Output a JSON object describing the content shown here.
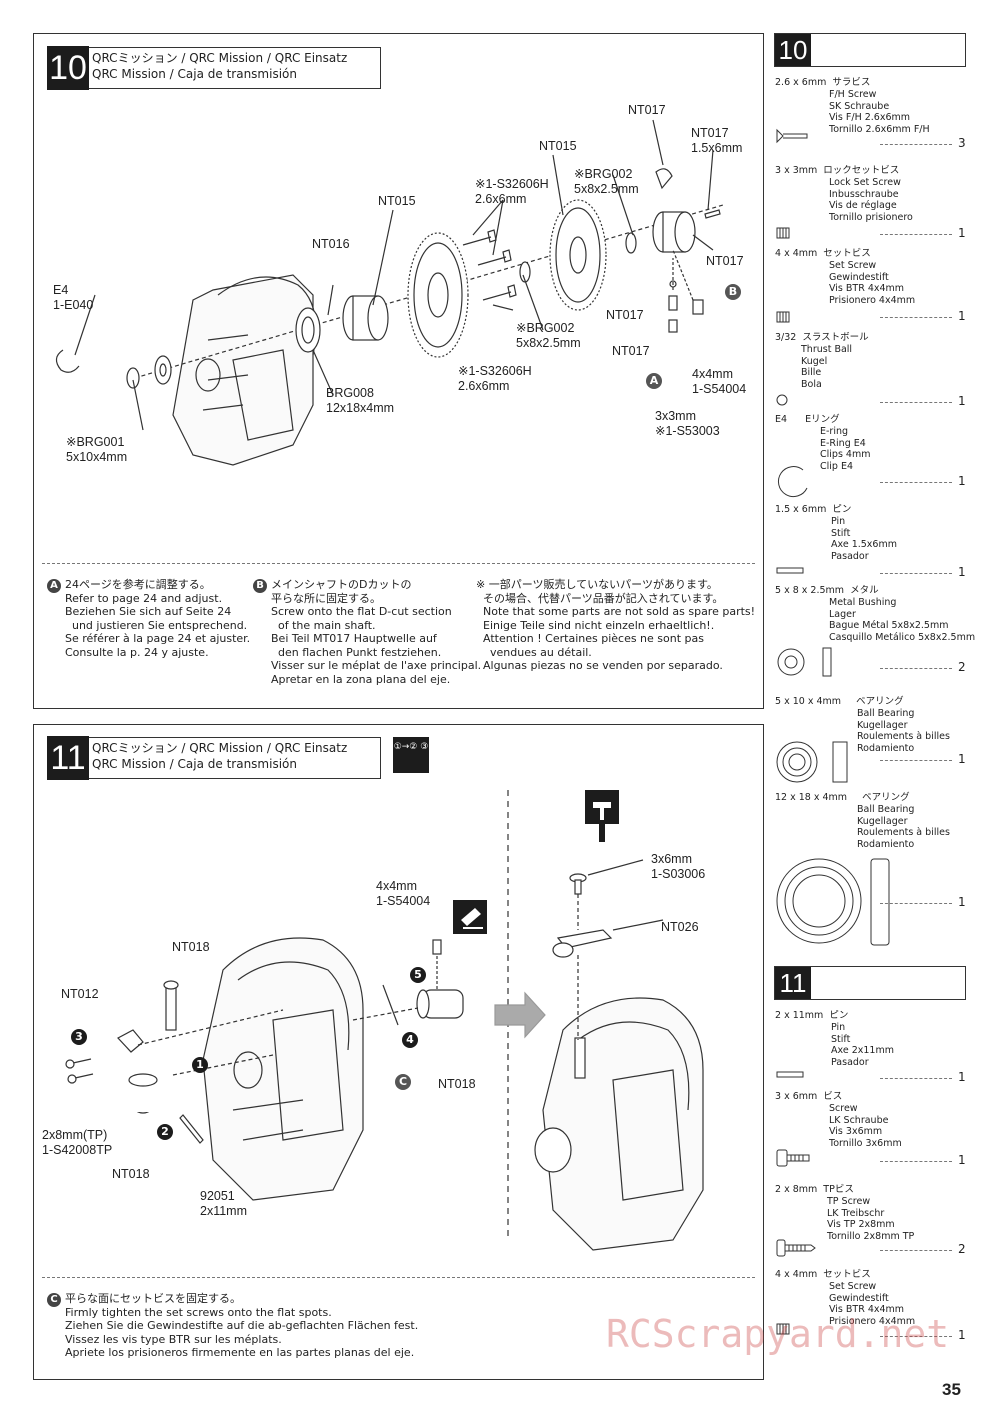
{
  "step10": {
    "number": "10",
    "title_line1": "QRCミッション / QRC Mission / QRC Einsatz",
    "title_line2": "QRC Mission / Caja de transmisión",
    "labels": {
      "nt017_top": "NT017",
      "nt017_right": "NT017\n1.5x6mm",
      "nt015_a": "NT015",
      "brg002_top": "※BRG002\n5x8x2.5mm",
      "screw_top": "※1-S32606H\n2.6x6mm",
      "nt015_b": "NT015",
      "nt016": "NT016",
      "e4": "E4\n1-E040",
      "nt017_r2": "NT017",
      "nt017_m": "NT017",
      "nt017_m2": "NT017",
      "brg002_bot": "※BRG002\n5x8x2.5mm",
      "screw_bot": "※1-S32606H\n2.6x6mm",
      "brg008": "BRG008\n12x18x4mm",
      "brg001": "※BRG001\n5x10x4mm",
      "set4x4": "4x4mm\n1-S54004",
      "set3x3": "3x3mm\n※1-S53003",
      "mark_a": "A",
      "mark_b": "B"
    },
    "notes": {
      "a_badge": "A",
      "a_text": "24ページを参考に調整する。\nRefer to page 24 and adjust.\nBeziehen Sie sich auf Seite 24\n  und justieren Sie entsprechend.\nSe référer à la page 24 et ajuster.\nConsulte la p. 24 y ajuste.",
      "b_badge": "B",
      "b_text": "メインシャフトのDカットの\n平らな所に固定する。\nScrew onto the flat D-cut section\n  of the main shaft.\nBei Teil MT017 Hauptwelle auf\n  den flachen Punkt festziehen.\nVisser sur le méplat de l'axe principal.\nApretar en la zona plana del eje.",
      "c_text": "※ 一部パーツ販売していないパーツがあります。\n  その場合、代替パーツ品番が記入されています。\n  Note that some parts are not sold as spare parts!\n  Einige Teile sind nicht einzeln erhaeltlich!.\n  Attention ! Certaines pièces ne sont pas\n    vendues au détail.\n  Algunas piezas no se venden por separado."
    }
  },
  "step11": {
    "number": "11",
    "title_line1": "QRCミッション / QRC Mission / QRC Einsatz",
    "title_line2": "QRC Mission / Caja de transmisión",
    "order_icon": "①→② ③",
    "labels": {
      "set4x4": "4x4mm\n1-S54004",
      "nt018_top": "NT018",
      "nt012": "NT012",
      "screw2x8": "2x8mm(TP)\n1-S42008TP",
      "nt018_bot": "NT018",
      "pin": "92051\n2x11mm",
      "nt018_right": "NT018",
      "screw3x6": "3x6mm\n1-S03006",
      "nt026": "NT026",
      "mark_c": "C",
      "n1": "1",
      "n2": "2",
      "n3": "3",
      "n4": "4",
      "n5": "5"
    },
    "notes": {
      "c_badge": "C",
      "c_text": "平らな面にセットビスを固定する。\nFirmly tighten the set screws onto the flat spots.\nZiehen Sie die Gewindestifte auf die ab-geflachten Flächen fest.\nVissez les vis type BTR sur les méplats.\nApriete los prisioneros firmemente en las partes planas del eje."
    }
  },
  "sidebar10": {
    "number": "10",
    "items": [
      {
        "size": "2.6 x 6mm  サラビス",
        "names": "F/H Screw\nSK Schraube\nVis F/H 2.6x6mm\nTornillo 2.6x6mm F/H",
        "qty": "3",
        "icon": "flat-head-screw-icon"
      },
      {
        "size": "3 x 3mm  ロックセットビス",
        "names": "Lock Set Screw\nInbusschraube\nVis de réglage\nTornillo prisionero",
        "qty": "1",
        "icon": "set-screw-icon"
      },
      {
        "size": "4 x 4mm  セットビス",
        "names": "Set Screw\nGewindestift\nVis BTR 4x4mm\nPrisionero 4x4mm",
        "qty": "1",
        "icon": "set-screw-icon"
      },
      {
        "size": "3/32  スラストボール",
        "names": "Thrust Ball\nKugel\nBille\nBola",
        "qty": "1",
        "icon": "ball-icon"
      },
      {
        "size": "E4      Eリング",
        "names": "E-ring\nE-Ring E4\nClips 4mm\nClip E4",
        "qty": "1",
        "icon": "e-ring-icon"
      },
      {
        "size": "1.5 x 6mm  ピン",
        "names": "Pin\nStift\nAxe 1.5x6mm\nPasador",
        "qty": "1",
        "icon": "pin-icon"
      },
      {
        "size": "5 x 8 x 2.5mm  メタル",
        "names": "Metal Bushing\nLager\nBague Métal 5x8x2.5mm\nCasquillo Metálico 5x8x2.5mm",
        "qty": "2",
        "icon": "bushing-icon"
      },
      {
        "size": "5 x 10 x 4mm     ベアリング",
        "names": "Ball Bearing\nKugellager\nRoulements à billes\nRodamiento",
        "qty": "1",
        "icon": "bearing-icon"
      },
      {
        "size": "12 x 18 x 4mm     ベアリング",
        "names": "Ball Bearing\nKugellager\nRoulements à billes\nRodamiento",
        "qty": "1",
        "icon": "large-bearing-icon"
      }
    ]
  },
  "sidebar11": {
    "number": "11",
    "items": [
      {
        "size": "2 x 11mm  ピン",
        "names": "Pin\nStift\nAxe 2x11mm\nPasador",
        "qty": "1",
        "icon": "pin-icon"
      },
      {
        "size": "3 x 6mm  ビス",
        "names": "Screw\nLK Schraube\nVis 3x6mm\nTornillo 3x6mm",
        "qty": "1",
        "icon": "screw-icon"
      },
      {
        "size": "2 x 8mm  TPビス",
        "names": "TP Screw\nLK Treibschr\nVis TP 2x8mm\nTornillo 2x8mm TP",
        "qty": "2",
        "icon": "tapping-screw-icon"
      },
      {
        "size": "4 x 4mm  セットビス",
        "names": "Set Screw\nGewindestift\nVis BTR 4x4mm\nPrisionero 4x4mm",
        "qty": "1",
        "icon": "set-screw-icon"
      }
    ]
  },
  "page_number": "35",
  "watermark": "RCScrapyard.net"
}
